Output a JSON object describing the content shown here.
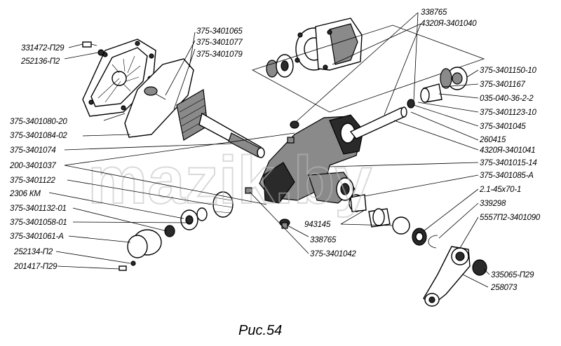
{
  "caption": "Рис.54",
  "watermark": "mazik.by",
  "labels": [
    {
      "id": "l1",
      "text": "331472-П29"
    },
    {
      "id": "l2",
      "text": "252136-П2"
    },
    {
      "id": "l3",
      "text": "375-3401065"
    },
    {
      "id": "l4",
      "text": "375-3401077"
    },
    {
      "id": "l5",
      "text": "375-3401079"
    },
    {
      "id": "l6",
      "text": "375-3401080-20"
    },
    {
      "id": "l7",
      "text": "375-3401084-02"
    },
    {
      "id": "l8",
      "text": "375-3401074"
    },
    {
      "id": "l9",
      "text": "200-3401037"
    },
    {
      "id": "l10",
      "text": "375-3401122"
    },
    {
      "id": "l11",
      "text": "2306 КМ"
    },
    {
      "id": "l12",
      "text": "375-3401132-01"
    },
    {
      "id": "l13",
      "text": "375-3401058-01"
    },
    {
      "id": "l14",
      "text": "375-3401061-А"
    },
    {
      "id": "l15",
      "text": "252134-П2"
    },
    {
      "id": "l16",
      "text": "201417-П29"
    },
    {
      "id": "l17",
      "text": "338765"
    },
    {
      "id": "l18",
      "text": "4320Я-3401040"
    },
    {
      "id": "l19",
      "text": "375-3401150-10"
    },
    {
      "id": "l20",
      "text": "375-3401167"
    },
    {
      "id": "l21",
      "text": "035-040-36-2-2"
    },
    {
      "id": "l22",
      "text": "375-3401123-10"
    },
    {
      "id": "l23",
      "text": "375-3401045"
    },
    {
      "id": "l24",
      "text": "260415"
    },
    {
      "id": "l25",
      "text": "4320Я-3401041"
    },
    {
      "id": "l26",
      "text": "375-3401015-14"
    },
    {
      "id": "l27",
      "text": "375-3401085-А"
    },
    {
      "id": "l28",
      "text": "2.1-45х70-1"
    },
    {
      "id": "l29",
      "text": "339298"
    },
    {
      "id": "l30",
      "text": "5557П2-3401090"
    },
    {
      "id": "l31",
      "text": "335065-П29"
    },
    {
      "id": "l32",
      "text": "258073"
    },
    {
      "id": "l33",
      "text": "943145"
    },
    {
      "id": "l34",
      "text": "338765"
    },
    {
      "id": "l35",
      "text": "375-3401042"
    }
  ]
}
